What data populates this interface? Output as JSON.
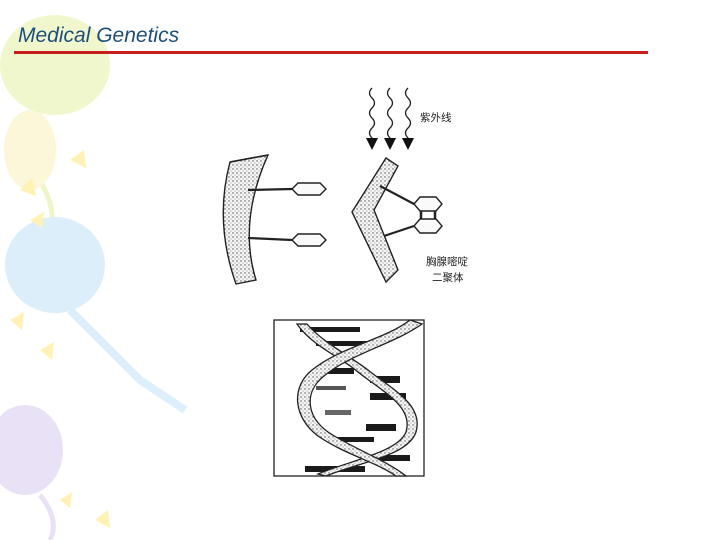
{
  "slide": {
    "title": "Medical Genetics",
    "title_color": "#1f4f7a",
    "rule_color": "#c81e1e"
  },
  "diagram": {
    "label_uv": "紫外线",
    "label_dimer_line1": "胸腺嘧啶",
    "label_dimer_line2": "二聚体"
  },
  "background": {
    "decoration": "pastel balloon shapes along the left edge",
    "colors": [
      "#f3f7c8",
      "#d9eefb",
      "#e9e0f6",
      "#fff4c2"
    ]
  }
}
